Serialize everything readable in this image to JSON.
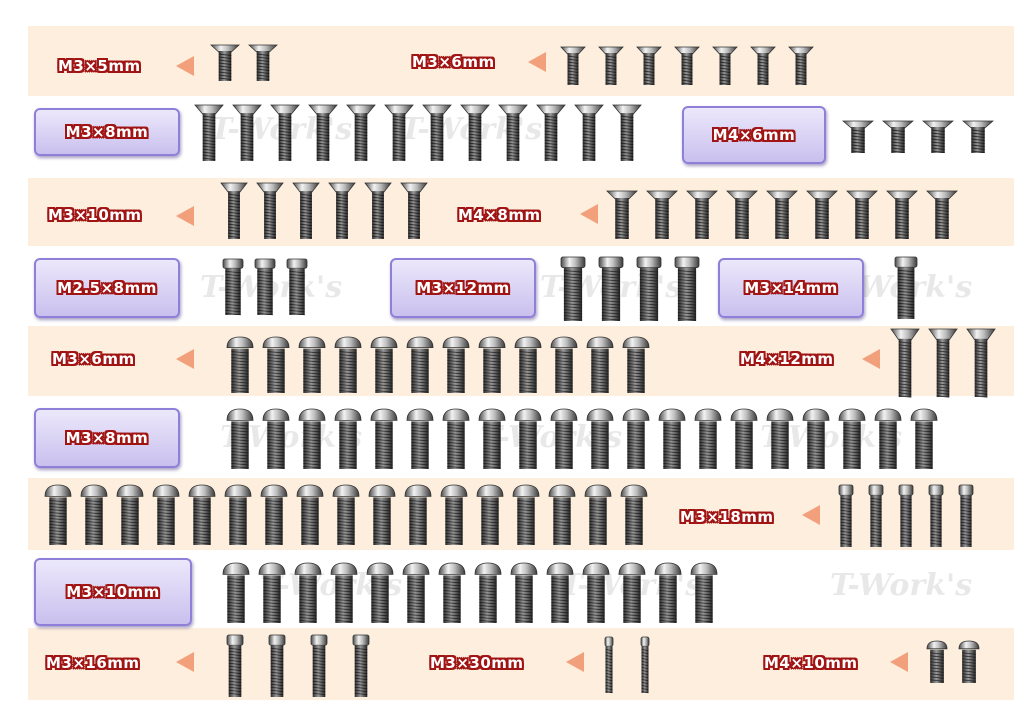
{
  "watermark": "T-Work's",
  "colors": {
    "band": "#fdeedd",
    "arrow": "#f2a07b",
    "label_outline": "#a11414",
    "box_border": "#8f7fd9"
  },
  "labels": {
    "r1a": "M3×5mm",
    "r1b": "M3×6mm",
    "r2a": "M3×8mm",
    "r2b": "M4×6mm",
    "r3a": "M3×10mm",
    "r3b": "M4×8mm",
    "r4a": "M2.5×8mm",
    "r4b": "M3×12mm",
    "r4c": "M3×14mm",
    "r5a": "M3×6mm",
    "r5b": "M4×12mm",
    "r6a": "M3×8mm",
    "r7a": "M3×18mm",
    "r8a": "M3×10mm",
    "r9a": "M3×16mm",
    "r9b": "M3×30mm",
    "r9c": "M4×10mm"
  }
}
